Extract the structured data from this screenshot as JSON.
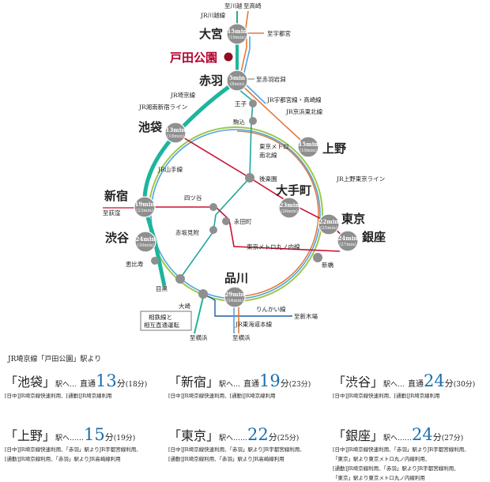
{
  "map": {
    "top_labels": [
      "至川越",
      "至高崎"
    ],
    "line_labels": {
      "kawagoe": "JR川越線",
      "utsunomiya": "至宇都宮",
      "akabaneiwabuchi": "至赤羽岩淵",
      "saikyo1": "JR埼京線",
      "shonan": "JR湘南新宿ライン",
      "utsunomiya_takasaki": "JR宇都宮線・高崎線",
      "keihin": "JR京浜東北線",
      "nanboku": "東京メトロ南北線",
      "ueno_tokyo": "JR上野東京ライン",
      "yamanote": "JR山手線",
      "to_ogikubo": "至荻窪",
      "marunouchi": "東京メトロ丸ノ内線",
      "rinkai": "りんかい線",
      "to_shinkiba": "至新木場",
      "tokaido": "JR東海道本線",
      "to_yokohama1": "至横浜",
      "to_yokohama2": "至横浜",
      "sotetsu": "相鉄線と相互直通運転"
    },
    "stations": {
      "omiya": "大宮",
      "todakoen": "戸田公園",
      "akabane": "赤羽",
      "oji": "王子",
      "komagome": "駒込",
      "ikebukuro": "池袋",
      "ueno": "上野",
      "korakuen": "後楽園",
      "otemachi": "大手町",
      "shinjuku": "新宿",
      "yotsuya": "四ツ谷",
      "nagatacho": "永田町",
      "akasakamitsuke": "赤坂見附",
      "tokyo": "東京",
      "ginza": "銀座",
      "shibuya": "渋谷",
      "shinbashi": "新橋",
      "ebisu": "恵比寿",
      "meguro": "目黒",
      "shinagawa": "品川",
      "osaki": "大崎"
    },
    "times": {
      "omiya": {
        "main": "15",
        "unit": "min",
        "sub": "(19min)"
      },
      "akabane": {
        "main": "5",
        "unit": "min",
        "sub": "(8min)"
      },
      "ikebukuro": {
        "main": "13",
        "unit": "min",
        "sub": "(18min)"
      },
      "ueno": {
        "main": "15",
        "unit": "min",
        "sub": "(19min)"
      },
      "shinjuku": {
        "main": "19",
        "unit": "min",
        "sub": "(23min)"
      },
      "otemachi": {
        "main": "23",
        "unit": "min",
        "sub": "(26min)"
      },
      "tokyo": {
        "main": "22",
        "unit": "min",
        "sub": "(25min)"
      },
      "ginza": {
        "main": "24",
        "unit": "min",
        "sub": "(27min)"
      },
      "shibuya": {
        "main": "24",
        "unit": "min",
        "sub": "(30min)"
      },
      "shinagawa": {
        "main": "29",
        "unit": "min",
        "sub": "(34min)"
      }
    },
    "colors": {
      "saikyo": "#1db59c",
      "utsunomiya": "#e07a3e",
      "keihin": "#4fa3e0",
      "yamanote": "#9cc84a",
      "marunouchi": "#c8102e",
      "nanboku": "#20a69b",
      "todakoen_marker": "#8f0d20",
      "todakoen_text": "#b3002d",
      "node": "#8f8f8f"
    }
  },
  "intro": "JR埼京線「戸田公園」駅より",
  "cards": [
    {
      "station": "「池袋」",
      "to": "駅へ",
      "dots": "…",
      "direct": "直通",
      "min": "13",
      "fun": "分",
      "paren": "(18分)",
      "notes": [
        "[日中]JR埼京線快速利用、[通勤]JR埼京線利用"
      ]
    },
    {
      "station": "「新宿」",
      "to": "駅へ",
      "dots": "…",
      "direct": "直通",
      "min": "19",
      "fun": "分",
      "paren": "(23分)",
      "notes": [
        "[日中]JR埼京線快速利用、[通勤]JR埼京線利用"
      ]
    },
    {
      "station": "「渋谷」",
      "to": "駅へ",
      "dots": "…",
      "direct": "直通",
      "min": "24",
      "fun": "分",
      "paren": "(30分)",
      "notes": [
        "[日中]JR埼京線快速利用、[通勤]JR埼京線利用"
      ]
    },
    {
      "station": "「上野」",
      "to": "駅へ",
      "dots": "……",
      "direct": "",
      "min": "15",
      "fun": "分",
      "paren": "(19分)",
      "notes": [
        "[日中]JR埼京線快速利用、「赤羽」駅よりJR宇都宮線利用、",
        "[通勤]JR埼京線利用、「赤羽」駅よりJR高崎線利用"
      ]
    },
    {
      "station": "「東京」",
      "to": "駅へ",
      "dots": "……",
      "direct": "",
      "min": "22",
      "fun": "分",
      "paren": "(25分)",
      "notes": [
        "[日中]JR埼京線快速利用、「赤羽」駅よりJR宇都宮線利用、",
        "[通勤]JR埼京線利用、「赤羽」駅よりJR高崎線利用"
      ]
    },
    {
      "station": "「銀座」",
      "to": "駅へ",
      "dots": "……",
      "direct": "",
      "min": "24",
      "fun": "分",
      "paren": "(27分)",
      "notes": [
        "[日中]JR埼京線快速利用、「赤羽」駅よりJR宇都宮線利用、",
        "「東京」駅より東京メトロ丸ノ内線利用、",
        "[通勤]JR埼京線利用、「赤羽」駅よりJR宇都宮線利用、",
        "「東京」駅より東京メトロ丸ノ内線利用"
      ]
    }
  ]
}
